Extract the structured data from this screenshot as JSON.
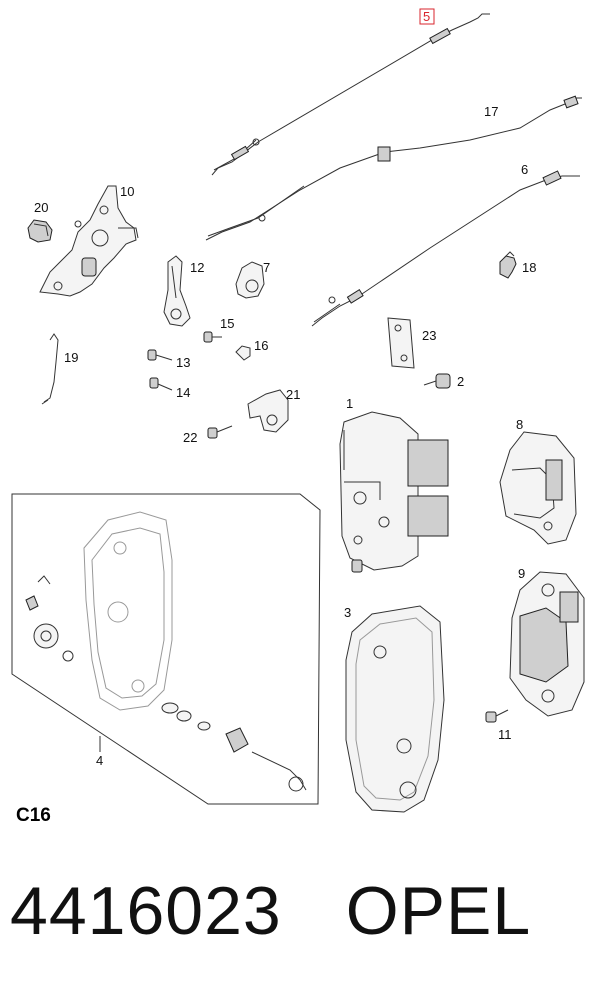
{
  "callouts": {
    "c1": "1",
    "c2": "2",
    "c3": "3",
    "c4": "4",
    "c5": "5",
    "c6": "6",
    "c7": "7",
    "c8": "8",
    "c9": "9",
    "c10": "10",
    "c11": "11",
    "c12": "12",
    "c13": "13",
    "c14": "14",
    "c15": "15",
    "c16": "16",
    "c17": "17",
    "c18": "18",
    "c19": "19",
    "c20": "20",
    "c21": "21",
    "c22": "22",
    "c23": "23"
  },
  "diagram_code": "C16",
  "part_number": "4416023",
  "brand": "OPEL",
  "colors": {
    "highlight_box": "#d9262e",
    "line": "#333333",
    "background": "#ffffff"
  }
}
